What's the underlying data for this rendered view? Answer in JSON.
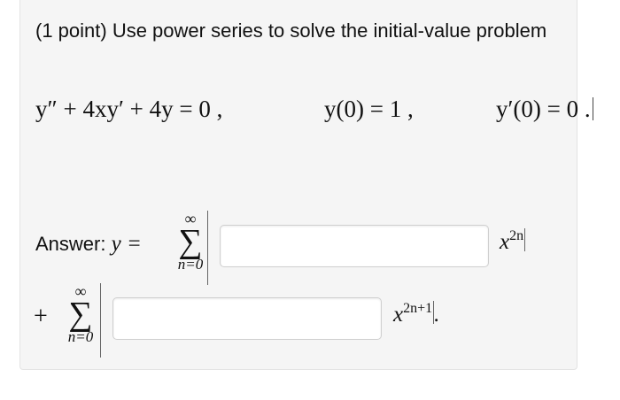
{
  "problem": {
    "prompt": "(1 point) Use power series to solve the initial-value problem"
  },
  "equation": {
    "ode": "y″ + 4xy′ + 4y = 0 ,",
    "ic1": "y(0) = 1 ,",
    "ic2": "y′(0) = 0 ."
  },
  "answer": {
    "label": "Answer:",
    "y_eq": "y =",
    "sum1": {
      "upper": "∞",
      "symbol": "∑",
      "lower": "n=0"
    },
    "box1": {
      "value": "",
      "placeholder": ""
    },
    "term1": {
      "base": "x",
      "exponent": "2n"
    },
    "plus": "+",
    "sum2": {
      "upper": "∞",
      "symbol": "∑",
      "lower": "n=0"
    },
    "box2": {
      "value": "",
      "placeholder": ""
    },
    "term2": {
      "base": "x",
      "exponent": "2n+1",
      "end": "."
    }
  }
}
